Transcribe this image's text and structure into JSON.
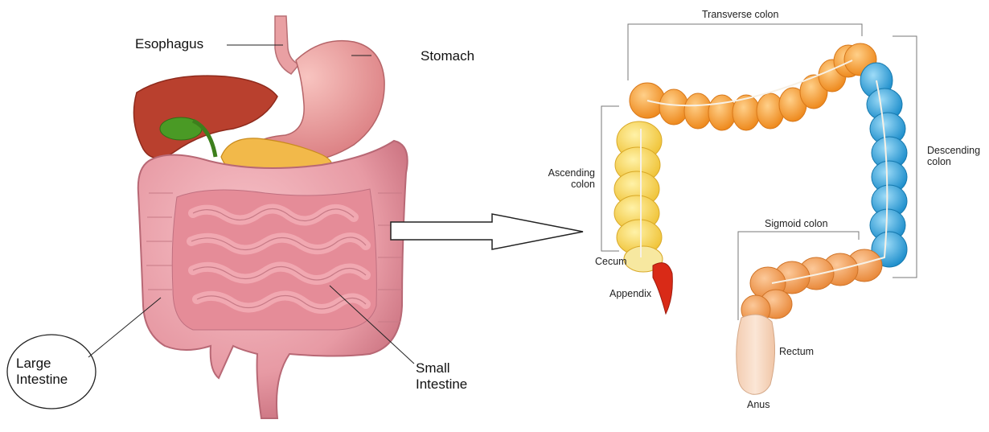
{
  "left_diagram": {
    "labels": {
      "esophagus": "Esophagus",
      "stomach": "Stomach",
      "large_intestine_line1": "Large",
      "large_intestine_line2": "Intestine",
      "small_intestine_line1": "Small",
      "small_intestine_line2": "Intestine"
    }
  },
  "right_diagram": {
    "labels": {
      "transverse_colon": "Transverse colon",
      "ascending_colon_line1": "Ascending",
      "ascending_colon_line2": "colon",
      "descending_colon_line1": "Descending",
      "descending_colon_line2": "colon",
      "sigmoid_colon": "Sigmoid colon",
      "cecum": "Cecum",
      "appendix": "Appendix",
      "rectum": "Rectum",
      "anus": "Anus"
    }
  },
  "colors": {
    "intestine_pink": "#e79aa4",
    "liver": "#b9402e",
    "stomach": "#ea9a9a",
    "pancreas": "#f2b94a",
    "gallbladder": "#4a9a25",
    "transverse_orange": "#f2962e",
    "ascending_yellow": "#f7d24a",
    "descending_blue": "#2fa3dd",
    "sigmoid_orange": "#f0974d",
    "appendix_red": "#d92a17",
    "rectum_beige": "#f5d7c0"
  }
}
